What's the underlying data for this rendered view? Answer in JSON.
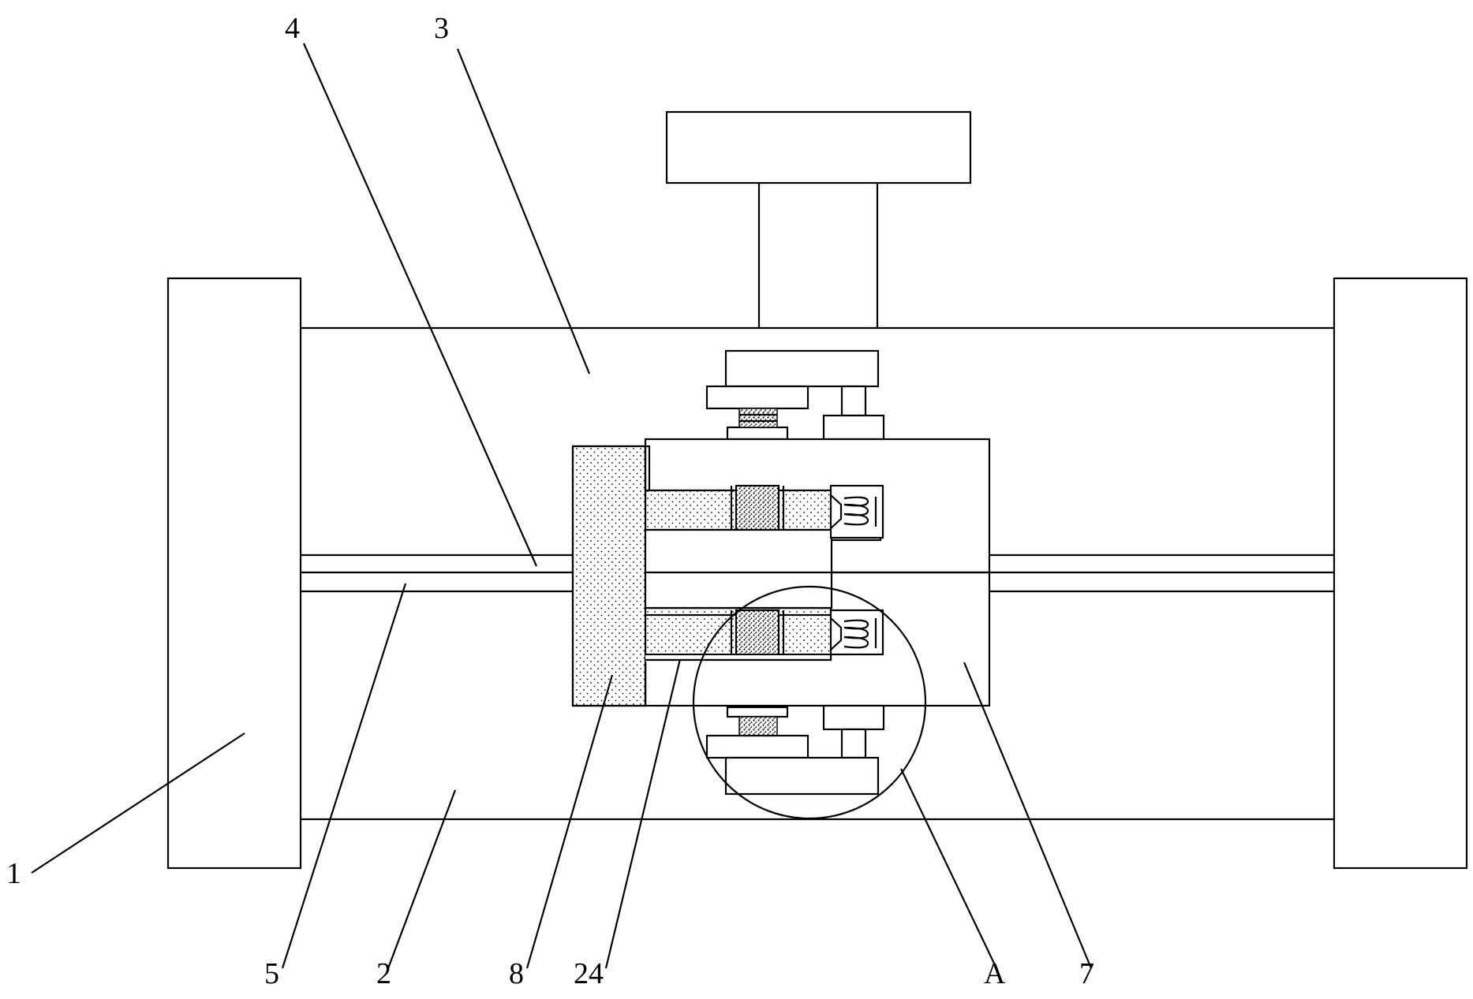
{
  "figure": {
    "labels": {
      "l1": "1",
      "l2": "2",
      "l3": "3",
      "l4": "4",
      "l5": "5",
      "l7": "7",
      "l8": "8",
      "l24": "24",
      "lA": "A"
    }
  }
}
